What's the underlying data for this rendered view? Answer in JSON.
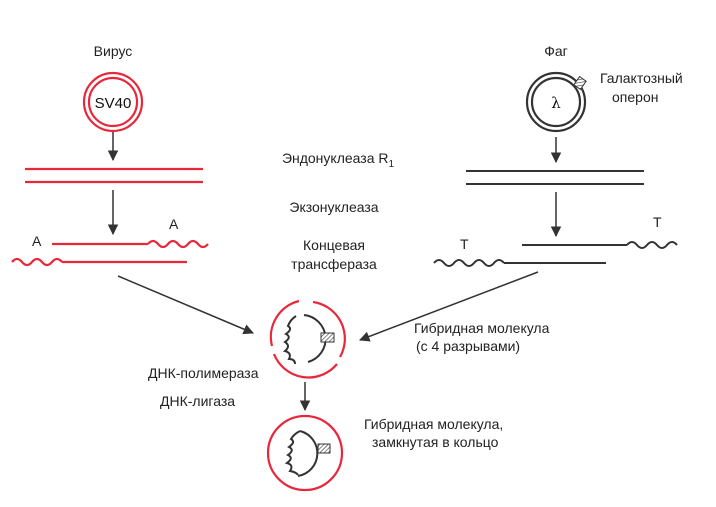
{
  "colors": {
    "red": "#e8283a",
    "dark": "#333333",
    "text": "#222222"
  },
  "virus": {
    "title": "Вирус",
    "name": "SV40"
  },
  "phage": {
    "title": "Фаг",
    "name": "λ",
    "operon_line1": "Галактозный",
    "operon_line2": "оперон"
  },
  "steps": {
    "endonuclease": "Эндонуклеаза R",
    "endonuclease_sub": "1",
    "exonuclease": "Экзонуклеаза",
    "terminal_line1": "Концевая",
    "terminal_line2": "трансфераза"
  },
  "tails": {
    "left_a1": "A",
    "left_a2": "A",
    "right_t1": "T",
    "right_t2": "T"
  },
  "hybrid": {
    "line1": "Гибридная молекула",
    "line2": "(с 4 разрывами)"
  },
  "enzymes": {
    "polymerase": "ДНК-полимераза",
    "ligase": "ДНК-лигаза"
  },
  "closed": {
    "line1": "Гибридная молекула,",
    "line2": "замкнутая в кольцо"
  }
}
